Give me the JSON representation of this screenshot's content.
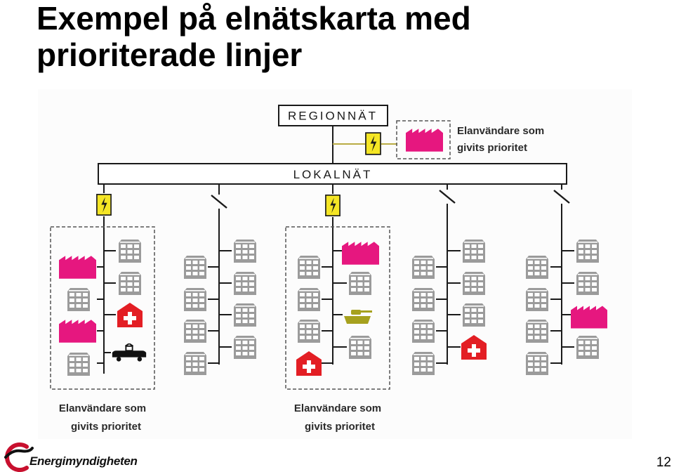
{
  "slide": {
    "title_line1": "Exempel på elnätskarta med",
    "title_line2": "prioriterade linjer",
    "page_number": "12"
  },
  "logo": {
    "name": "Energimyndigheten"
  },
  "diagram": {
    "regional_network": "REGIONNÄT",
    "local_network": "LOKALNÄT",
    "priority_label_line1": "Elanvändare som",
    "priority_label_line2": "givits prioritet",
    "colors": {
      "line": "#1a1a1a",
      "building": "#9b9b9b",
      "industry": "#e6177f",
      "hospital": "#e31e24",
      "substation": "#f5e625",
      "military": "#a6a11e",
      "feeder_link": "#b9ac44"
    },
    "icons": [
      "building-icon",
      "industry-icon",
      "hospital-icon",
      "tram-icon",
      "tank-icon",
      "substation-icon",
      "breaker-icon"
    ]
  }
}
